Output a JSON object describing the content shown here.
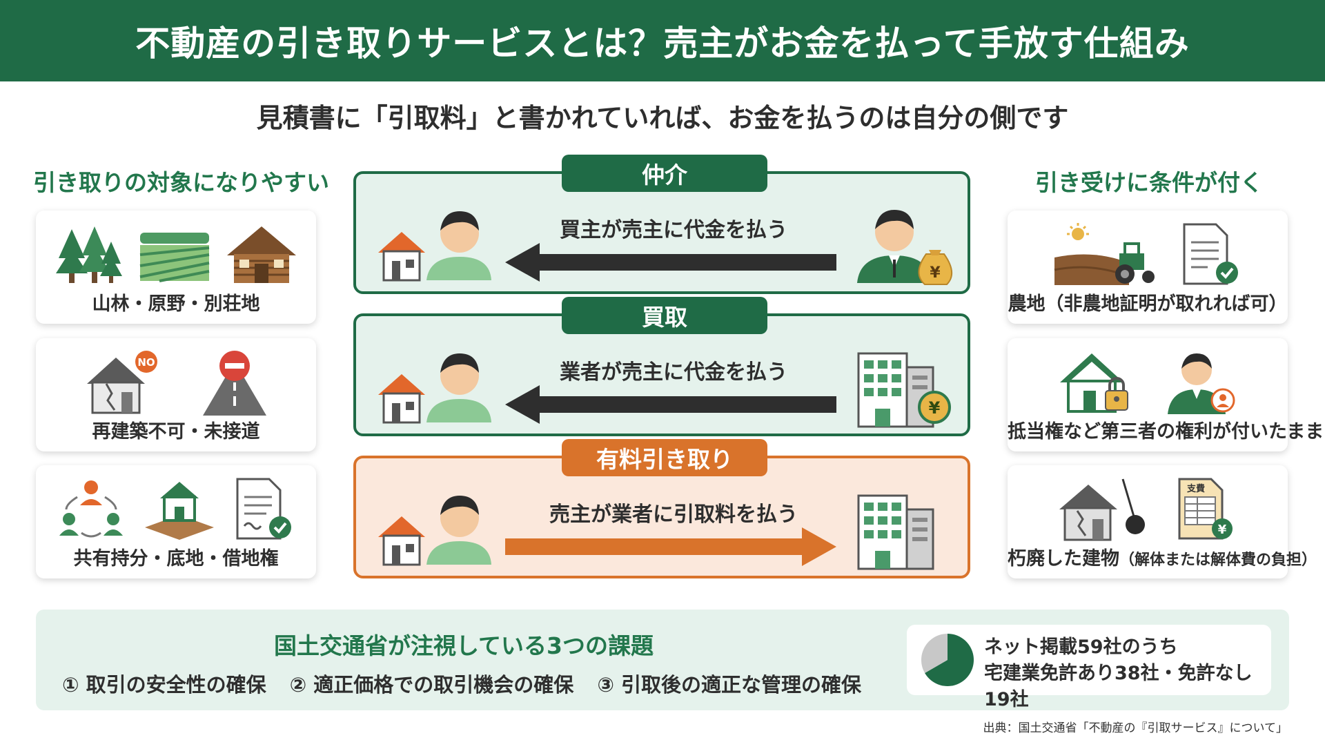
{
  "header": {
    "title": "不動産の引き取りサービスとは？売主がお金を払って手放す仕組み"
  },
  "subtitle": "見積書に「引取料」と書かれていれば、お金を払うのは自分の側です",
  "left": {
    "title": "引き取りの対象になりやすい",
    "cards": [
      {
        "label": "山林・原野・別荘地"
      },
      {
        "label": "再建築不可・未接道",
        "badge": "NO"
      },
      {
        "label": "共有持分・底地・借地権"
      }
    ]
  },
  "center": {
    "flows": [
      {
        "title": "仲介",
        "text": "買主が売主に代金を払う",
        "direction": "right-to-left",
        "color": "#1f6b46",
        "yen": "¥"
      },
      {
        "title": "買取",
        "text": "業者が売主に代金を払う",
        "direction": "right-to-left",
        "color": "#1f6b46",
        "yen": "¥"
      },
      {
        "title": "有料引き取り",
        "text": "売主が業者に引取料を払う",
        "direction": "left-to-right",
        "color": "#d9732b"
      }
    ]
  },
  "right": {
    "title": "引き受けに条件が付く",
    "cards": [
      {
        "label": "農地（非農地証明が取れれば可）"
      },
      {
        "label": "抵当権など第三者の権利が付いたまま"
      },
      {
        "label_main": "朽廃した建物",
        "label_sub": "（解体または解体費の負担）",
        "doc_title": "支費",
        "yen": "¥"
      }
    ]
  },
  "bottom": {
    "title": "国土交通省が注視している3つの課題",
    "issues": [
      "① 取引の安全性の確保",
      "② 適正価格での取引機会の確保",
      "③ 引取後の適正な管理の確保"
    ],
    "stats": {
      "line1": "ネット掲載59社のうち",
      "line2": "宅建業免許あり38社・免許なし19社",
      "licensed": 38,
      "unlicensed": 19,
      "colors": {
        "licensed": "#1f6b46",
        "unlicensed": "#c8c8c8"
      }
    }
  },
  "source": "出典：国土交通省「不動産の『引取サービス』について」",
  "colors": {
    "brand_green": "#1f6b46",
    "accent_orange": "#d9732b",
    "pale_green": "#e5f2ec"
  }
}
